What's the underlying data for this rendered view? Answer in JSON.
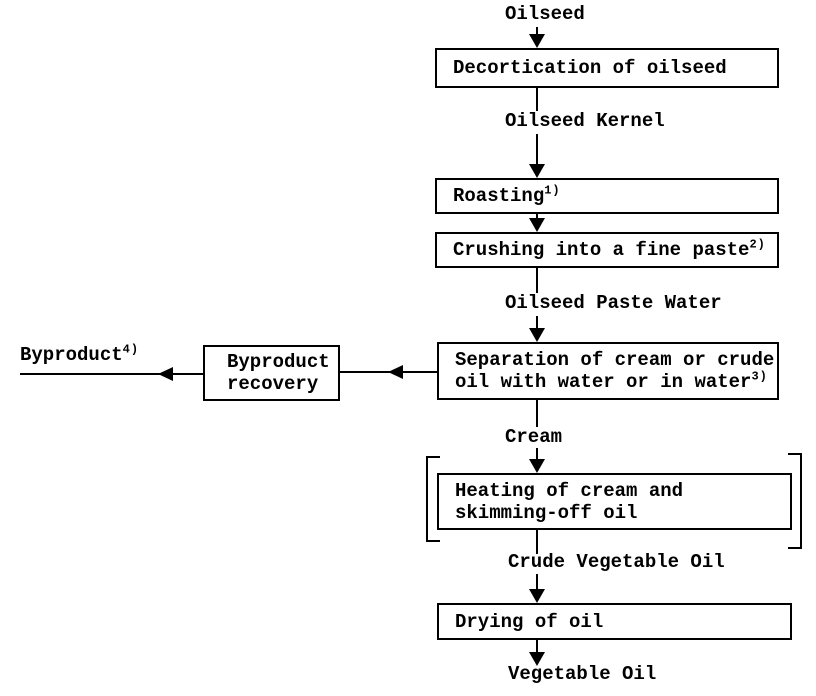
{
  "page": {
    "background": "#ffffff",
    "ink": "#000000"
  },
  "flow": {
    "oilseed_label": "Oilseed",
    "decortication": "Decortication of oilseed",
    "kernel_label": "Oilseed Kernel",
    "roasting": {
      "text": "Roasting",
      "footnote": "1)"
    },
    "crushing": {
      "text": "Crushing into a fine paste",
      "footnote": "2)"
    },
    "paste_water_label": "Oilseed Paste Water",
    "separation": {
      "line1": "Separation of cream or crude",
      "line2": "oil with water or in water",
      "footnote": "3)"
    },
    "byproduct_recovery": {
      "line1": "Byproduct",
      "line2": "recovery"
    },
    "byproduct": {
      "text": "Byproduct",
      "footnote": "4)"
    },
    "cream_label": "Cream",
    "heating": {
      "line1": "Heating of cream and",
      "line2": "skimming-off oil"
    },
    "crude_veg_oil_label": "Crude Vegetable Oil",
    "drying": "Drying of oil",
    "vegetable_oil_label": "Vegetable Oil"
  }
}
